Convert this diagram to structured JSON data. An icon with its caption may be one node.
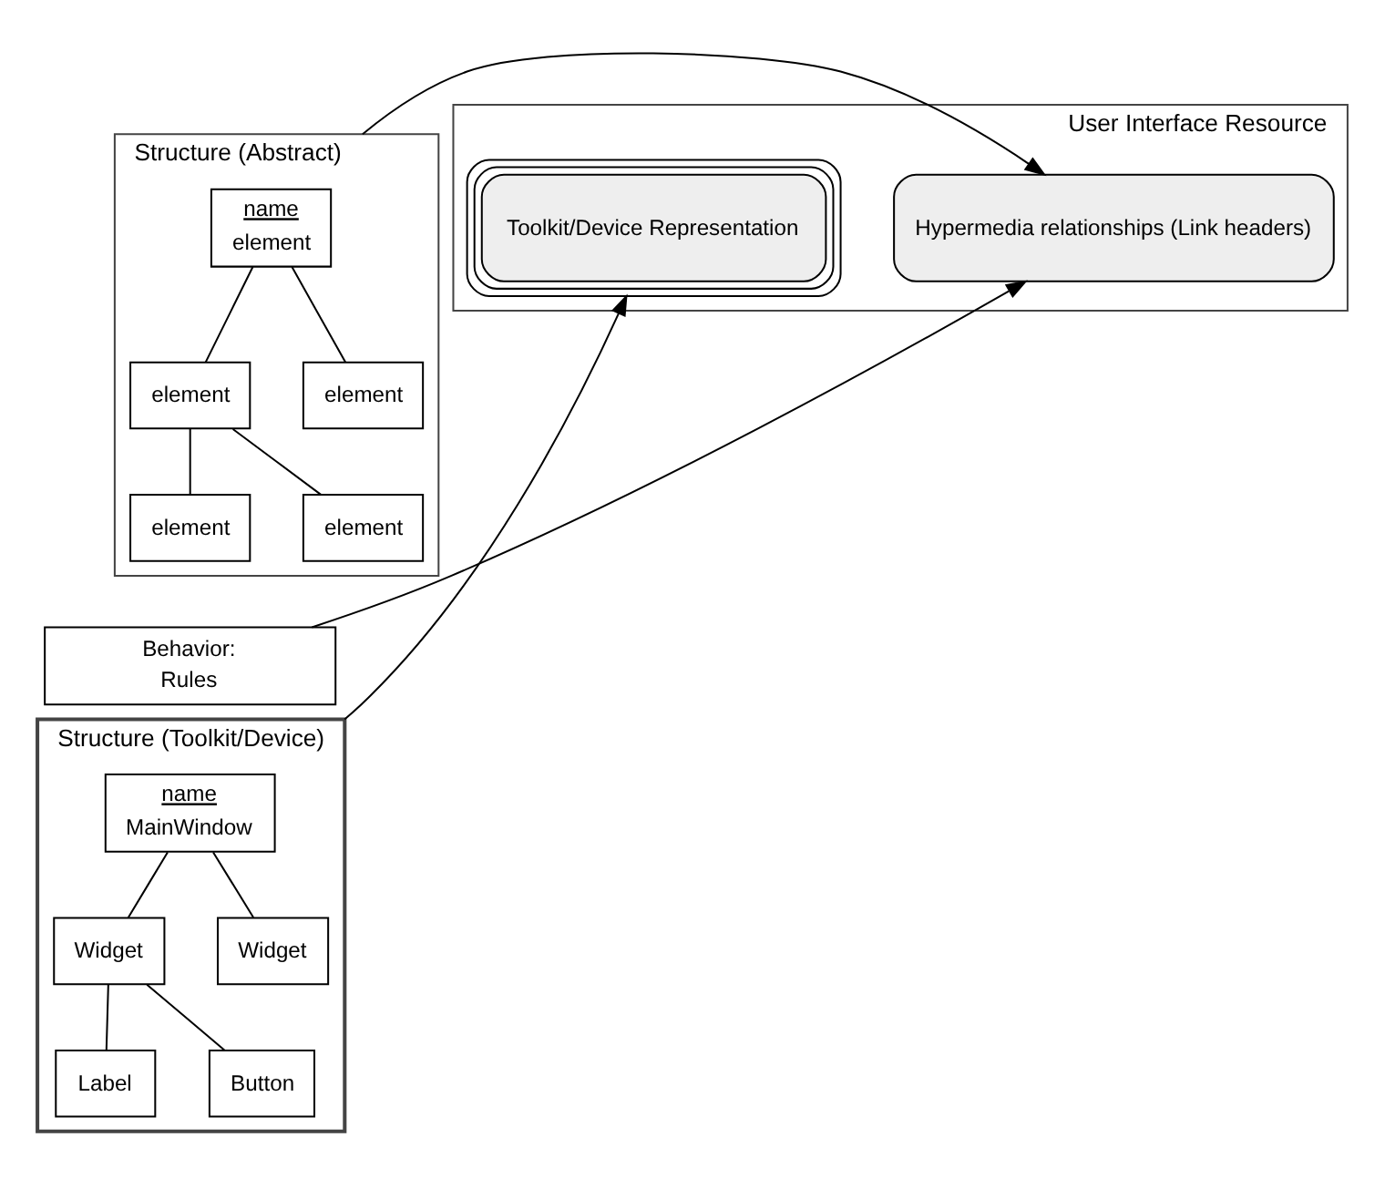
{
  "diagram": {
    "nodes": [
      {
        "text": [
          "Structure (Abstract)"
        ]
      },
      {
        "text": [
          "name",
          "element"
        ],
        "in": 0
      },
      {
        "text": [
          "element"
        ],
        "in": 0
      },
      {
        "text": [
          "element"
        ],
        "in": 0
      },
      {
        "text": [
          "element"
        ],
        "in": 0
      },
      {
        "text": [
          "element"
        ],
        "in": 0
      },
      {
        "text": [
          "Behavior:",
          "Rules"
        ]
      },
      {
        "text": [
          "Structure (Toolkit/Device)"
        ]
      },
      {
        "text": [
          "name",
          "MainWindow"
        ],
        "in": 7
      },
      {
        "text": [
          "Widget"
        ],
        "in": 7
      },
      {
        "text": [
          "Widget"
        ],
        "in": 7
      },
      {
        "text": [
          "Label"
        ],
        "in": 7
      },
      {
        "text": [
          "Button"
        ],
        "in": 7
      },
      {
        "text": [
          "User Interface Resource"
        ]
      },
      {
        "text": [
          "Hypermedia relationships (Link headers)"
        ],
        "in": 13
      },
      {
        "text": [
          "Toolkit/Device Representation"
        ],
        "in": 13
      }
    ],
    "edges": [
      {
        "from": 1,
        "to": 2,
        "arrow": "none"
      },
      {
        "from": 1,
        "to": 3,
        "arrow": "none"
      },
      {
        "from": 2,
        "to": 4,
        "arrow": "none"
      },
      {
        "from": 2,
        "to": 5,
        "arrow": "none"
      },
      {
        "from": 8,
        "to": 9,
        "arrow": "none"
      },
      {
        "from": 8,
        "to": 10,
        "arrow": "none"
      },
      {
        "from": 9,
        "to": 11,
        "arrow": "none"
      },
      {
        "from": 9,
        "to": 12,
        "arrow": "none"
      },
      {
        "from": 0,
        "to": 14,
        "arrow": "to"
      },
      {
        "from": 6,
        "to": 14,
        "arrow": "to"
      },
      {
        "from": 7,
        "to": 15,
        "arrow": "to"
      }
    ]
  }
}
